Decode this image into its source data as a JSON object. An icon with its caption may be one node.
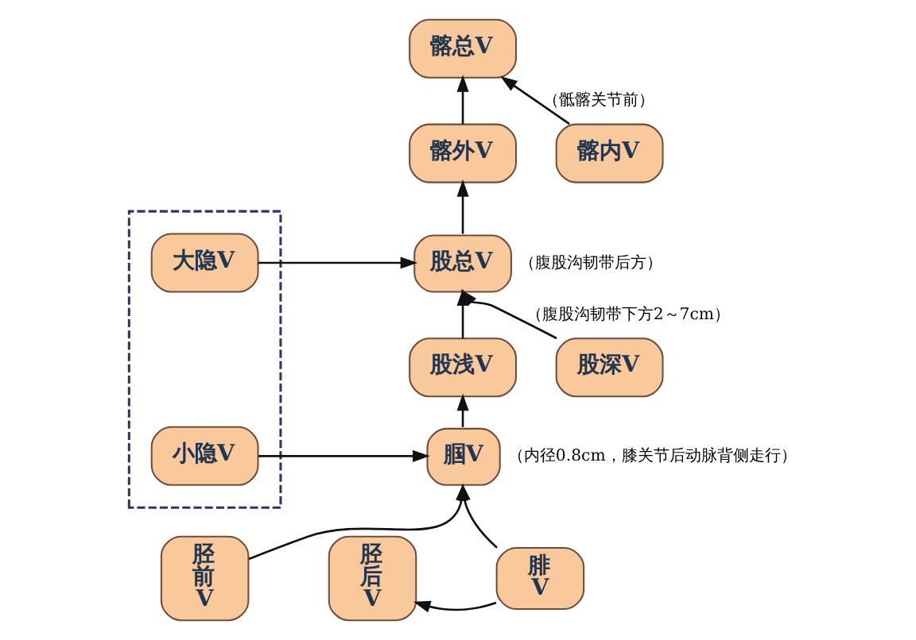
{
  "diagram": {
    "nodes": [
      {
        "text": [
          "髂总V"
        ]
      },
      {
        "text": [
          "髂外V"
        ]
      },
      {
        "text": [
          "髂内V"
        ]
      },
      {
        "text": [],
        "shape": "box"
      },
      {
        "text": [
          "大隐V"
        ],
        "in": 3
      },
      {
        "text": [
          "股总V"
        ],
        "beside": [
          "（腹股沟韧带后方）"
        ]
      },
      {
        "text": [
          "股浅V"
        ]
      },
      {
        "text": [
          "股深V"
        ]
      },
      {
        "text": [
          "小隐V"
        ],
        "in": 3
      },
      {
        "text": [
          "腘V"
        ],
        "beside": [
          "（内径0.8cm，膝关节后动脉背侧走行）"
        ]
      },
      {
        "text": [
          "胫前V"
        ]
      },
      {
        "text": [
          "胫后V"
        ]
      },
      {
        "text": [
          "腓V"
        ]
      }
    ],
    "edges": [
      {
        "from": 1,
        "to": 0,
        "arrow": "to"
      },
      {
        "from": 2,
        "to": 0,
        "arrow": "to",
        "label": "（骶髂关节前）"
      },
      {
        "from": 4,
        "to": 5,
        "arrow": "to"
      },
      {
        "from": 5,
        "to": 1,
        "arrow": "to"
      },
      {
        "from": 6,
        "to": 5,
        "arrow": "to"
      },
      {
        "from": 7,
        "to": 5,
        "arrow": "to",
        "label": "（腹股沟韧带下方2～7cm）"
      },
      {
        "from": 8,
        "to": 9,
        "arrow": "to"
      },
      {
        "from": 9,
        "to": 6,
        "arrow": "to"
      },
      {
        "from": 10,
        "to": 9,
        "arrow": "to"
      },
      {
        "from": 12,
        "to": 9,
        "arrow": "to"
      },
      {
        "from": 12,
        "to": 11,
        "arrow": "to"
      }
    ]
  }
}
